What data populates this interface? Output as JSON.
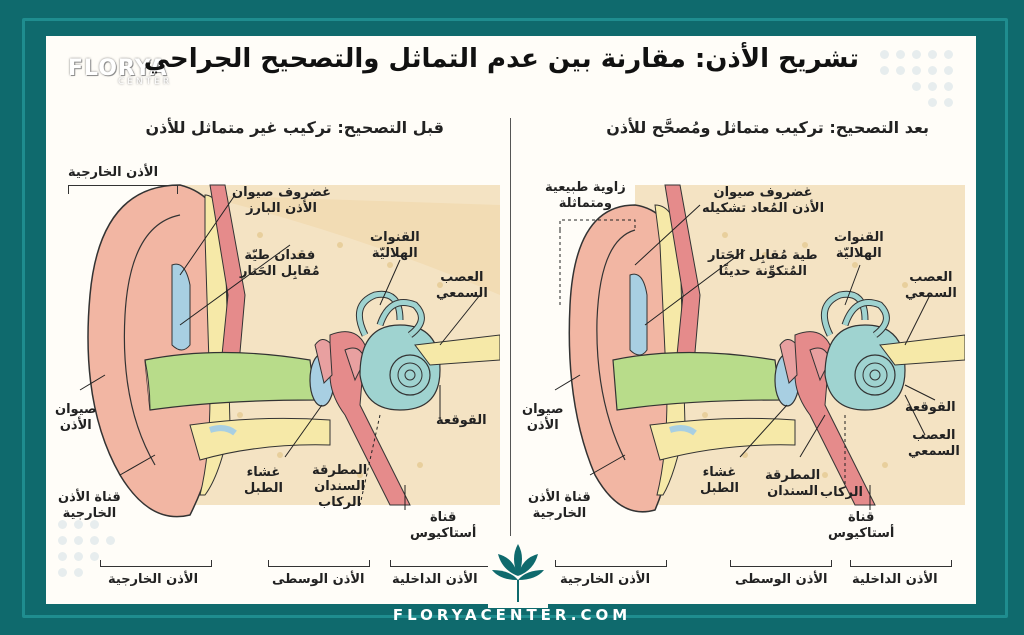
{
  "brand": {
    "logo_big": "FLORYA",
    "logo_small": "CENTER",
    "footer_url": "FLORYACENTER.COM"
  },
  "title": "تشريح الأذن: مقارنة بين عدم التماثل والتصحيح الجراحي",
  "left_panel": {
    "subtitle": "قبل التصحيح: تركيب غير متماثل للأذن",
    "labels": {
      "outer_ear_top": "الأذن الخارجية",
      "cartilage": "غضروف صيوان\nالأذن البارز",
      "antihelix": "فقدان طيّة\nمُقابِل الحَتار",
      "canals": "القنوات\nالهلاليّة",
      "nerve": "العصب\nالسمعي",
      "pinna": "صيوان\nالأذن",
      "cochlea": "القوقعة",
      "eardrum": "غشاء\nالطبل",
      "ossicles": "المطرقة\nالسندان\nالركاب",
      "ear_canal": "قناة الأذن\nالخارجية",
      "eustachian": "قناة\nأستاكيوس",
      "outer_ear": "الأذن الخارجية",
      "middle_ear": "الأذن الوسطى",
      "inner_ear": "الأذن الداخلية"
    }
  },
  "right_panel": {
    "subtitle": "بعد التصحيح: تركيب متماثل ومُصحَّح للأذن",
    "labels": {
      "angle": "زاوية طبيعية\nومتماثلة",
      "cartilage": "غضروف صيوان\nالأذن المُعاد تشكيله",
      "antihelix": "طية مُقابِل الحَتار\nالمُتكوِّنة حديثًا",
      "canals": "القنوات\nالهلاليّة",
      "nerve_top": "العصب\nالسمعي",
      "pinna": "صيوان\nالأذن",
      "cochlea": "القوقعة",
      "nerve": "العصب\nالسمعي",
      "eardrum": "غشاء\nالطبل",
      "ossicles_a": "المطرقة\nالسندان",
      "ossicles_b": "الركاب",
      "ear_canal": "قناة الأذن\nالخارجية",
      "eustachian": "قناة\nأستاكيوس",
      "outer_ear": "الأذن الخارجية",
      "middle_ear": "الأذن الوسطى",
      "inner_ear": "الأذن الداخلية"
    }
  },
  "colors": {
    "frame": "#0f6a6d",
    "skin": "#f2b6a3",
    "cartilage": "#f6e9a8",
    "canal": "#b8dc8a",
    "bone": "#f4e3c3",
    "cochlea": "#9fd3d0",
    "vessel": "#e58b8b"
  }
}
